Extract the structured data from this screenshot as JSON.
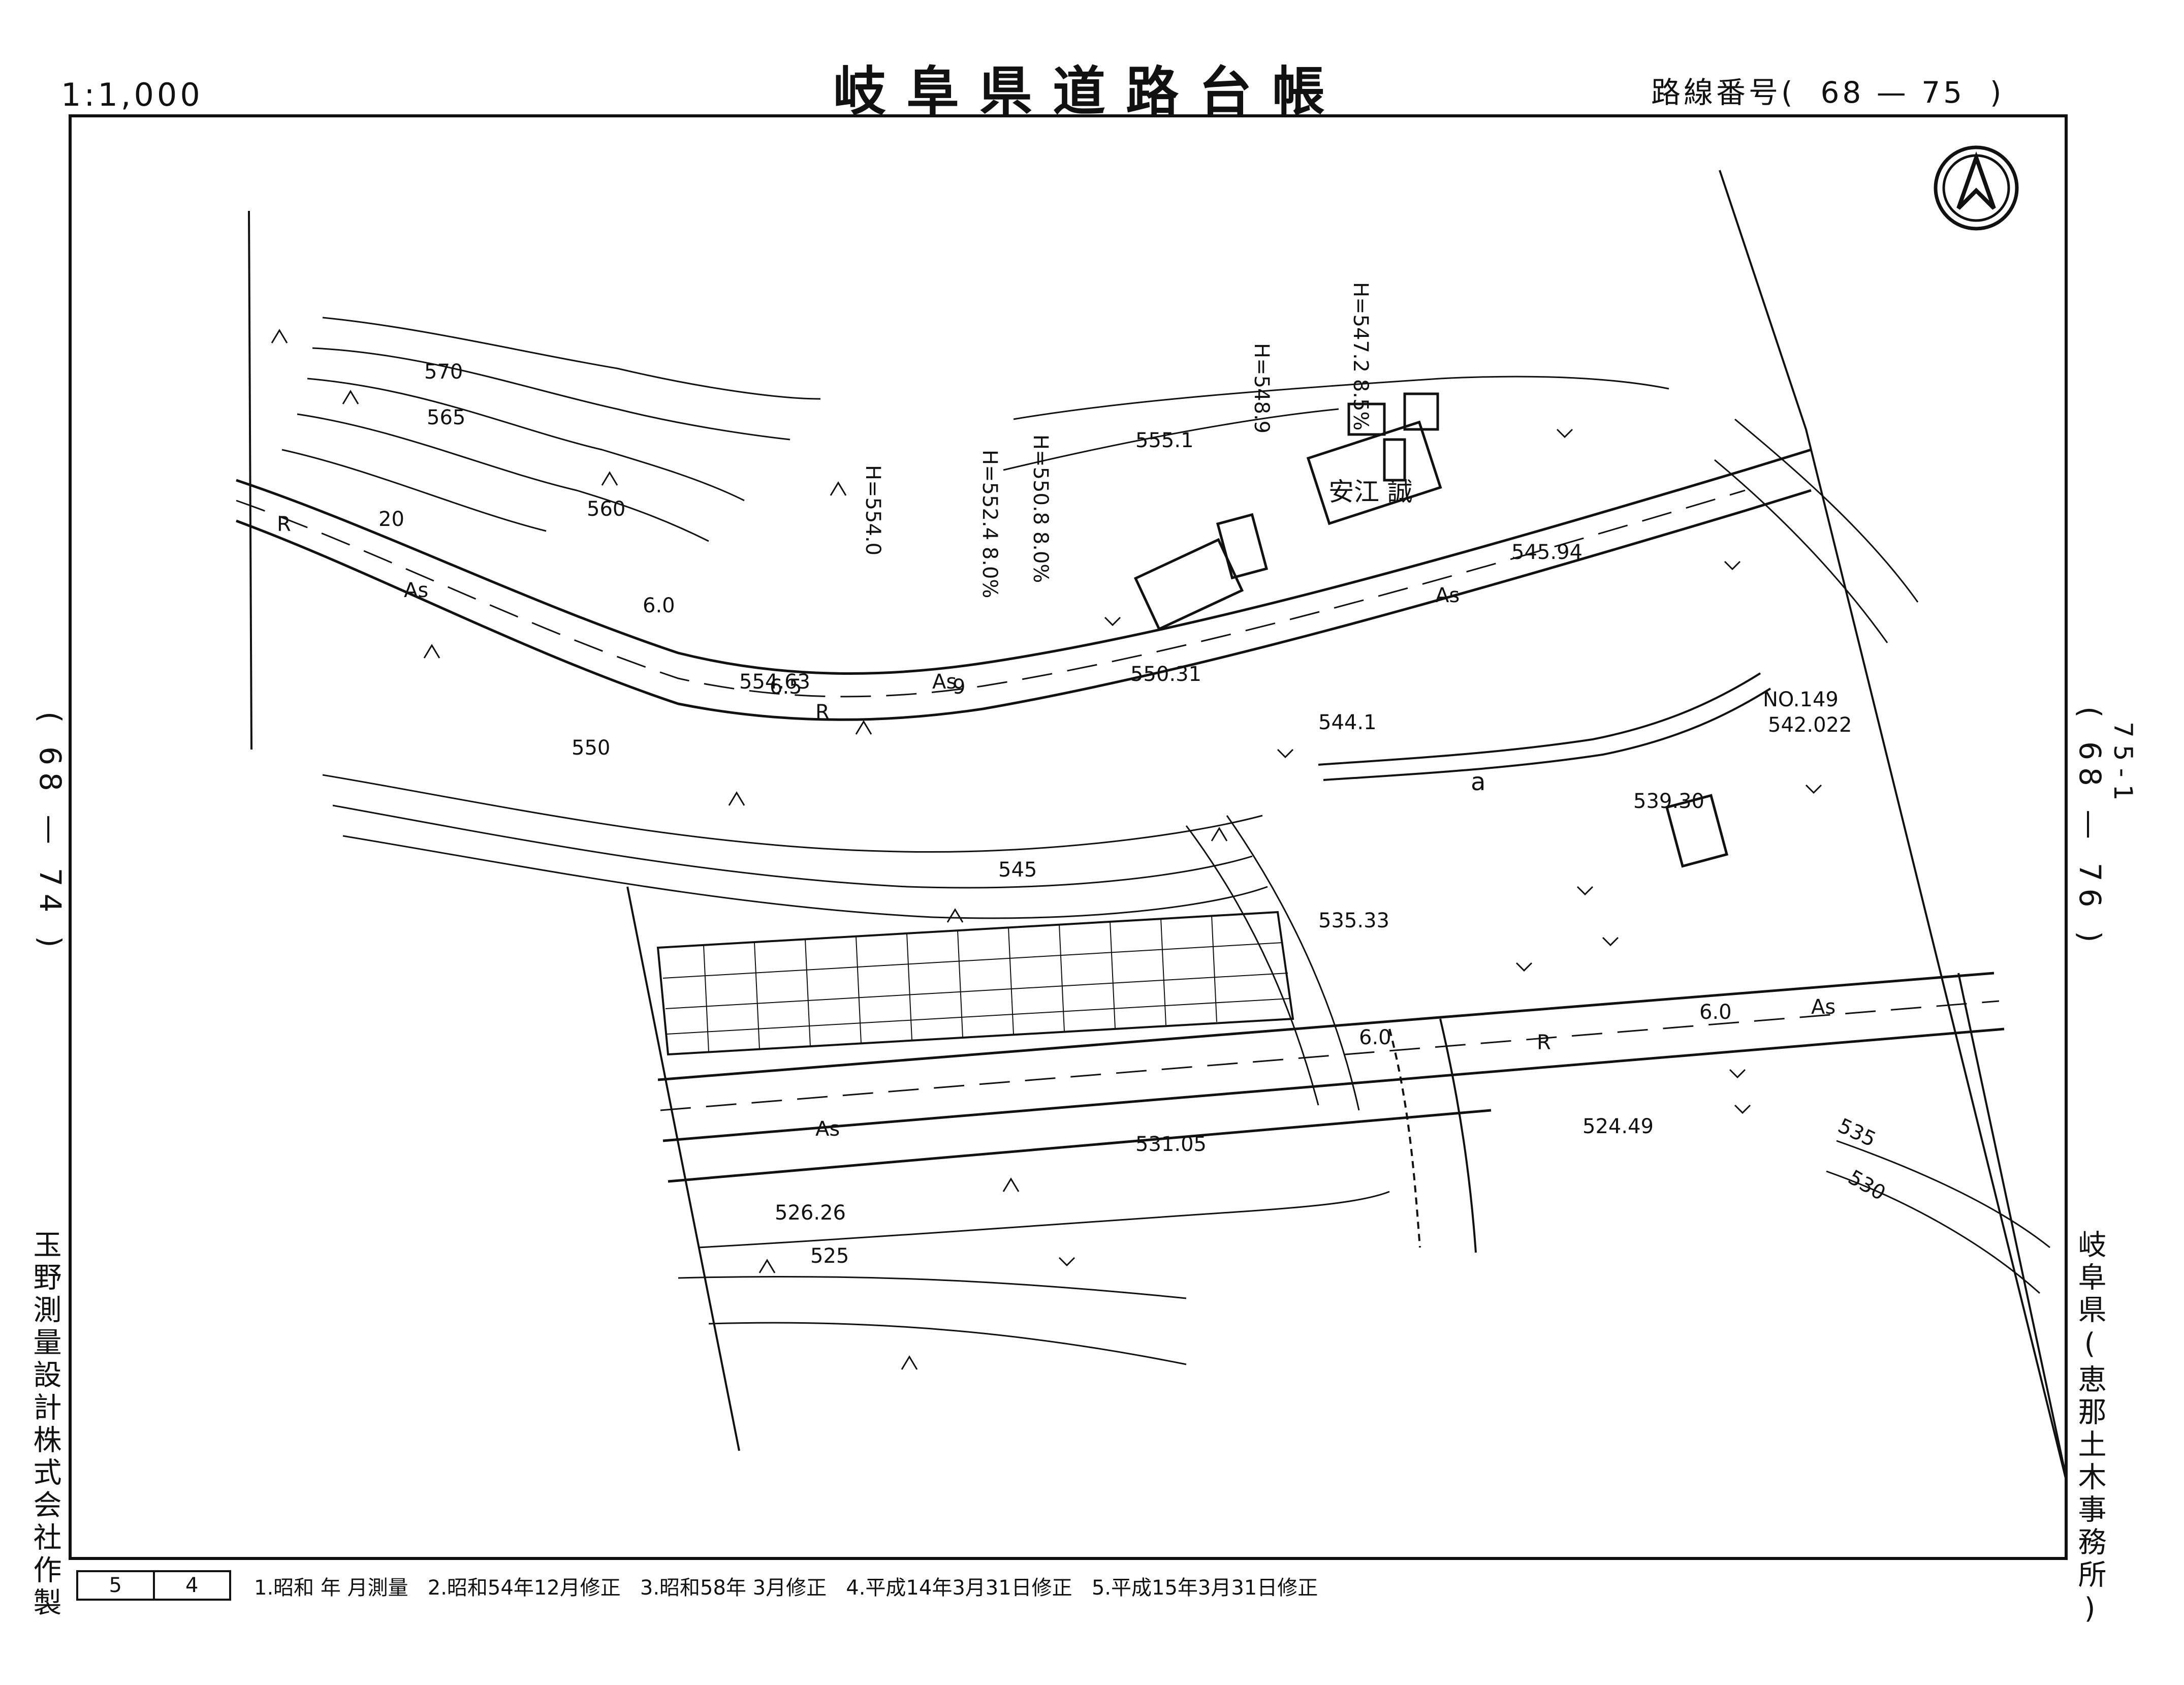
{
  "header": {
    "scale": "1:1,000",
    "title": "岐阜県道路台帳",
    "route_label": "路線番号",
    "route_open": "(",
    "route_close": ")",
    "route_number": "68 — 75"
  },
  "adjacent_sheets": {
    "left": "( 68 — 74 )",
    "right": "( 68 — 76 )",
    "right_sub": "75-1"
  },
  "side_text": {
    "maker": "玉野測量設計株式会社作製",
    "office": "岐阜県(恵那土木事務所)"
  },
  "footer": {
    "sheet_numbers": [
      "5",
      "4"
    ],
    "history": [
      "1.昭和 年 月測量",
      "2.昭和54年12月修正",
      "3.昭和58年 3月修正",
      "4.平成14年3月31日修正",
      "5.平成15年3月31日修正"
    ]
  },
  "map": {
    "north_symbol": "north-arrow-icon",
    "building_owner": "安江 誠",
    "benchmark_id": "NO.149",
    "benchmark_elev": "542.022",
    "surface_label": "As",
    "road_r_label": "R",
    "water_label": "a",
    "contours": [
      "570",
      "565",
      "560",
      "550",
      "545",
      "525",
      "535",
      "530"
    ],
    "spot_heights": [
      "555.1",
      "550.31",
      "554.63",
      "545.94",
      "544.1",
      "539.30",
      "535.33",
      "531.05",
      "526.26",
      "524.49"
    ],
    "slope_notes": [
      "H=554.0",
      "H=552.4 8.0%",
      "H=550.8 8.0%",
      "H=548.9",
      "H=547.2 8.5%"
    ],
    "widths": [
      "6.0",
      "6.5",
      "9",
      "20"
    ]
  }
}
